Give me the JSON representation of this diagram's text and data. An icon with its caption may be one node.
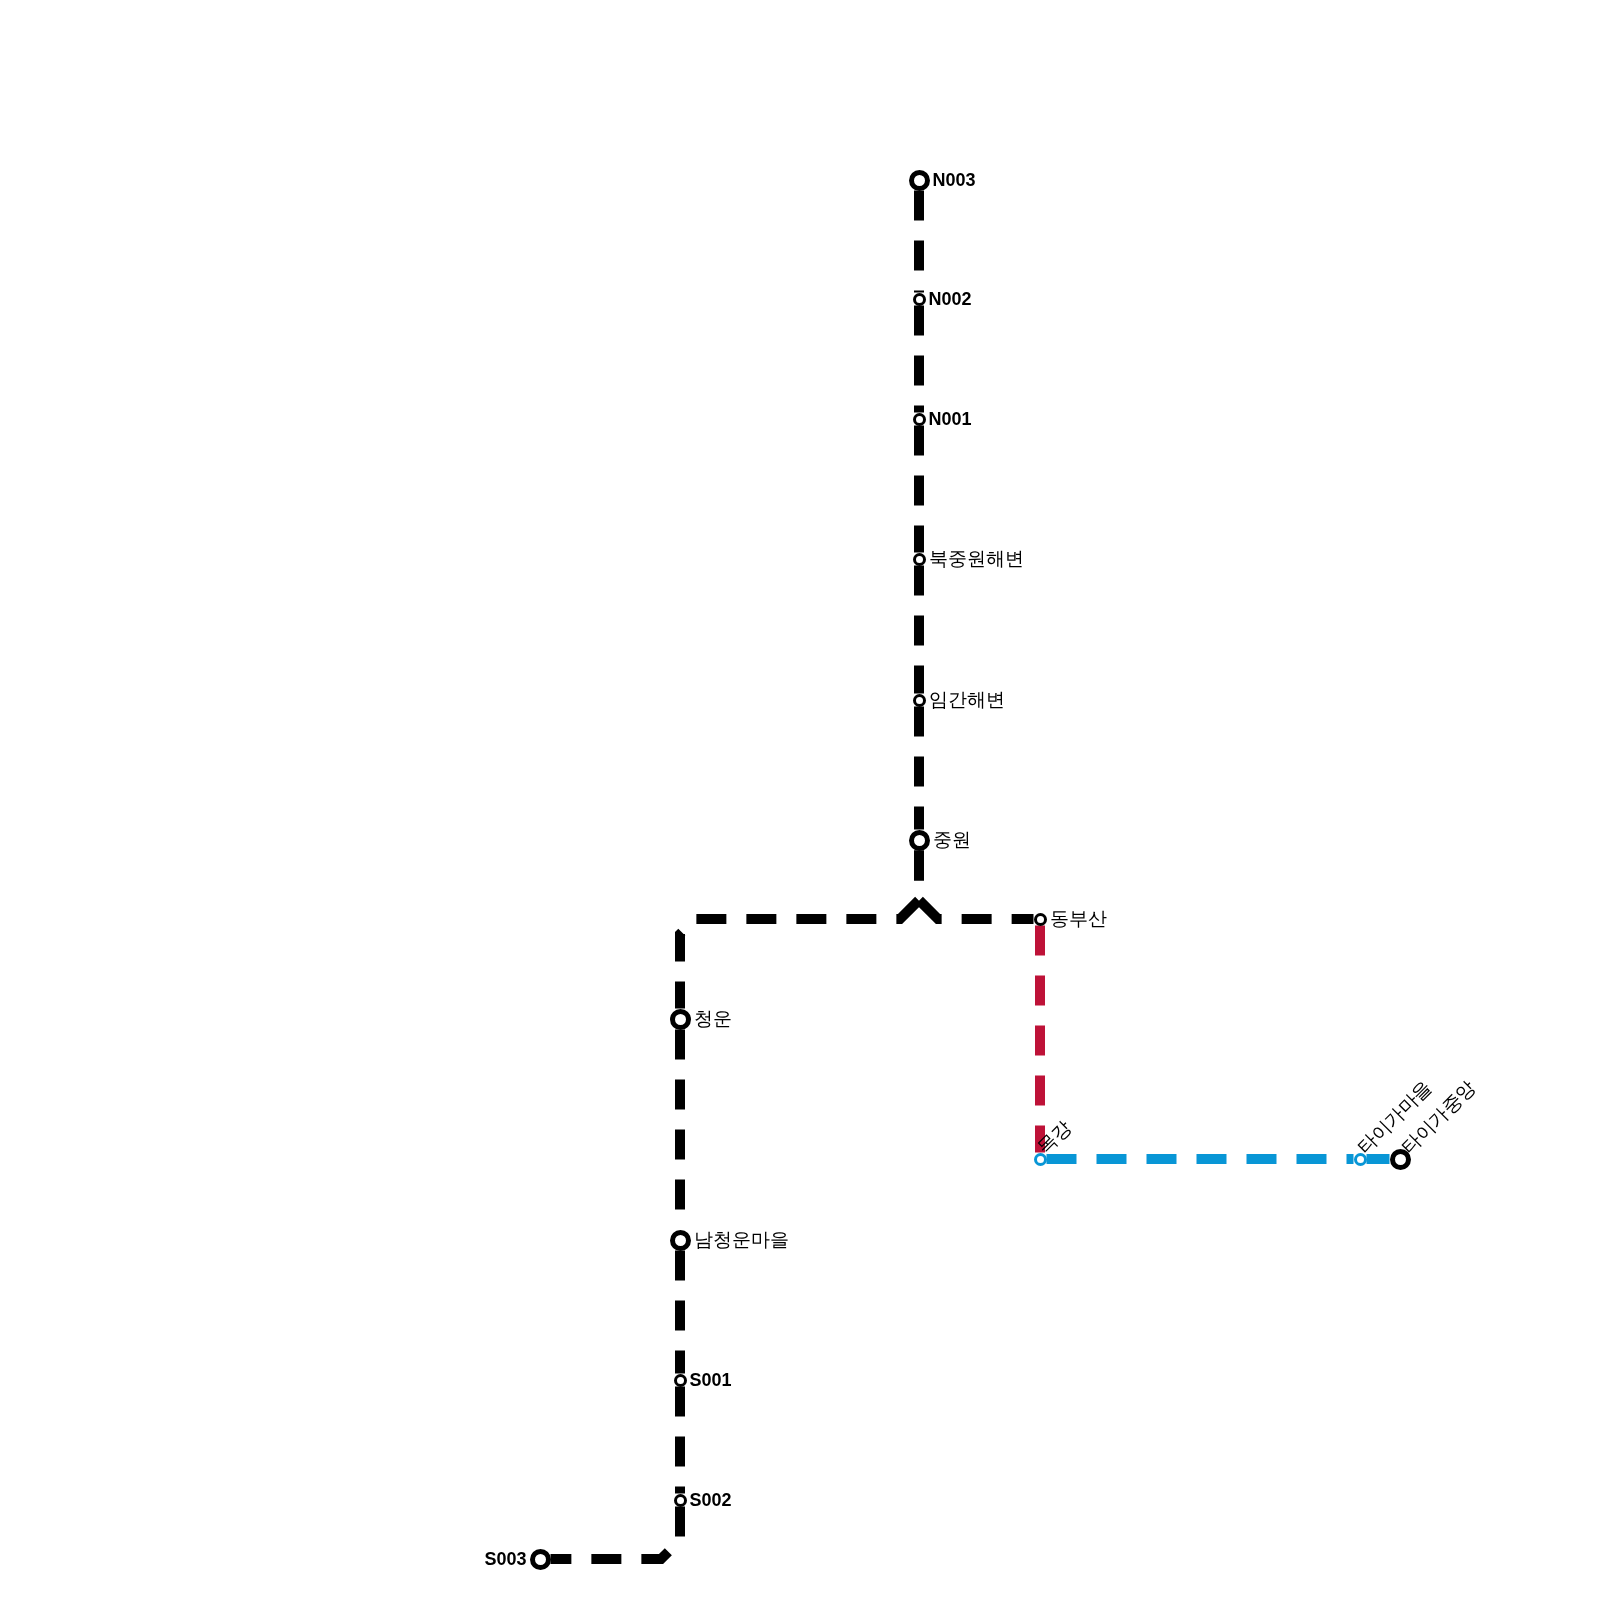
{
  "diagram": {
    "nodes": [
      {
        "text": [
          "N003"
        ]
      },
      {
        "text": [
          "N002"
        ]
      },
      {
        "text": [
          "N001"
        ]
      },
      {
        "text": [
          "북중원해변"
        ]
      },
      {
        "text": [
          "임간해변"
        ]
      },
      {
        "text": [
          "중원"
        ]
      },
      {
        "text": [
          "동부산"
        ]
      },
      {
        "text": [
          "청운"
        ]
      },
      {
        "text": [
          "남청운마을"
        ]
      },
      {
        "text": [
          "S001"
        ]
      },
      {
        "text": [
          "S002"
        ]
      },
      {
        "text": [
          "S003"
        ]
      },
      {
        "text": [
          "목강"
        ]
      },
      {
        "text": [
          "타이가마을"
        ]
      },
      {
        "text": [
          "타이가중앙"
        ]
      }
    ],
    "edges": [
      {
        "from": 0,
        "to": 1,
        "arrow": "none",
        "style": "dashed"
      },
      {
        "from": 1,
        "to": 2,
        "arrow": "none",
        "style": "dashed"
      },
      {
        "from": 2,
        "to": 3,
        "arrow": "none",
        "style": "dashed"
      },
      {
        "from": 3,
        "to": 4,
        "arrow": "none",
        "style": "dashed"
      },
      {
        "from": 4,
        "to": 5,
        "arrow": "none",
        "style": "dashed"
      },
      {
        "from": 5,
        "to": 7,
        "arrow": "none",
        "style": "dashed"
      },
      {
        "from": 5,
        "to": 6,
        "arrow": "none",
        "style": "dashed"
      },
      {
        "from": 7,
        "to": 8,
        "arrow": "none",
        "style": "dashed"
      },
      {
        "from": 8,
        "to": 9,
        "arrow": "none",
        "style": "dashed"
      },
      {
        "from": 9,
        "to": 10,
        "arrow": "none",
        "style": "dashed"
      },
      {
        "from": 10,
        "to": 11,
        "arrow": "none",
        "style": "dashed"
      },
      {
        "from": 6,
        "to": 12,
        "arrow": "none",
        "style": "dashed",
        "color": "#be1238"
      },
      {
        "from": 12,
        "to": 13,
        "arrow": "none",
        "style": "dashed",
        "color": "#0896d6"
      },
      {
        "from": 13,
        "to": 14,
        "arrow": "none",
        "style": "dashed",
        "color": "#0896d6"
      }
    ]
  }
}
